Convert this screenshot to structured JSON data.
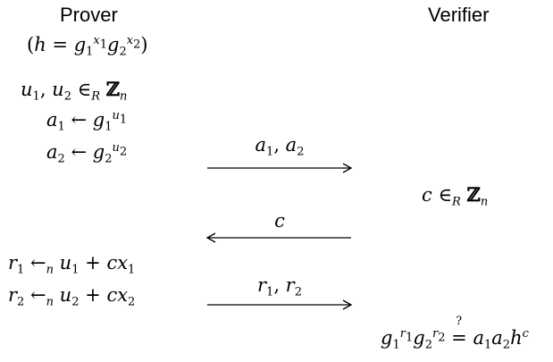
{
  "parties": {
    "prover": "Prover",
    "verifier": "Verifier"
  },
  "prover_steps": {
    "public_key": "(h = g1^x1 g2^x2)",
    "choose_randoms": "u1, u2 ∈R ℤn",
    "commit_a1": "a1 ← g1^u1",
    "commit_a2": "a2 ← g2^u2",
    "response_r1": "r1 ←n u1 + cx1",
    "response_r2": "r2 ←n u2 + cx2"
  },
  "verifier_steps": {
    "challenge": "c ∈R ℤn",
    "check": "g1^r1 g2^r2 ≟ a1 a2 h^c"
  },
  "messages": [
    {
      "label": "a1, a2",
      "direction": "to-verifier"
    },
    {
      "label": "c",
      "direction": "to-prover"
    },
    {
      "label": "r1, r2",
      "direction": "to-verifier"
    }
  ]
}
